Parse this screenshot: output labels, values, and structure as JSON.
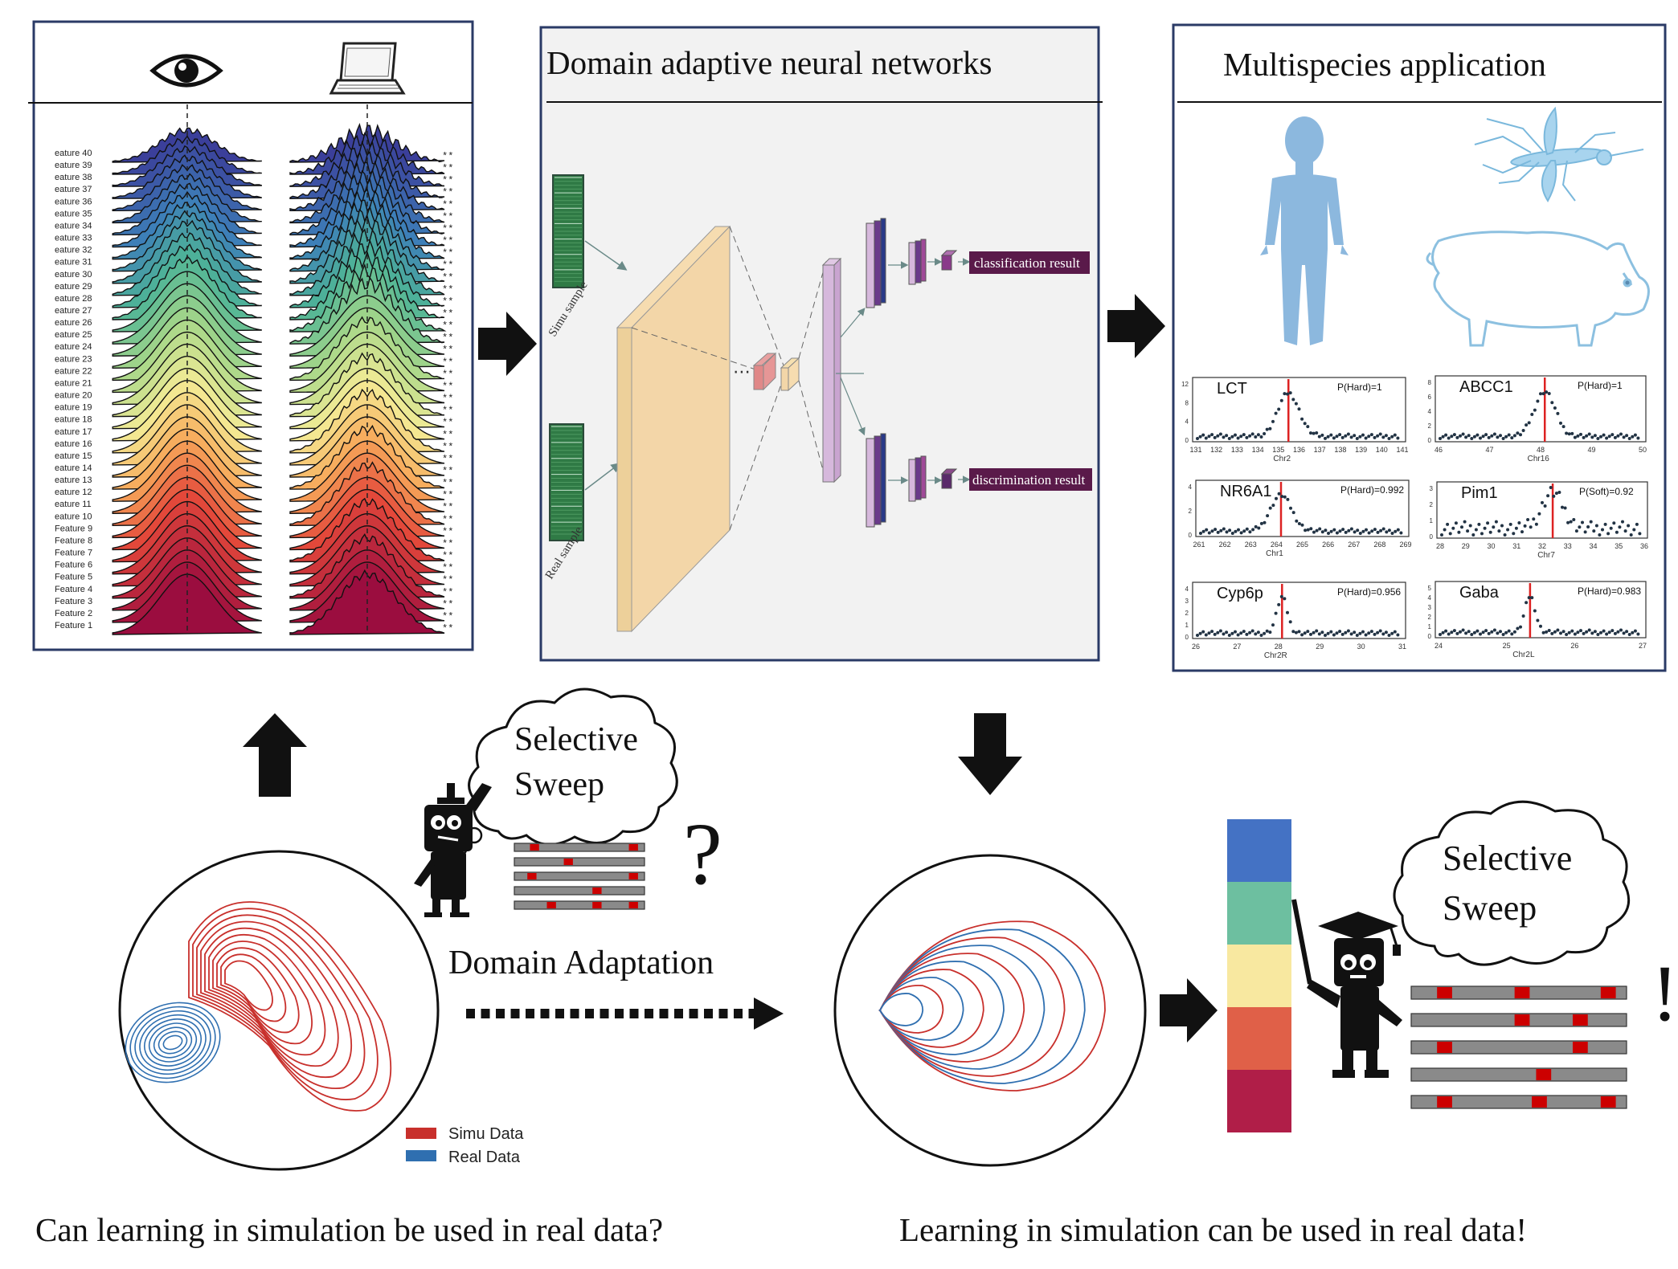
{
  "panels": {
    "features": {
      "eye_icon": "eye-icon",
      "laptop_icon": "laptop-icon",
      "feature_labels": [
        "eature 40",
        "eature 39",
        "eature 38",
        "eature 37",
        "eature 36",
        "eature 35",
        "eature 34",
        "eature 33",
        "eature 32",
        "eature 31",
        "eature 30",
        "eature 29",
        "eature 28",
        "eature 27",
        "eature 26",
        "eature 25",
        "eature 24",
        "eature 23",
        "eature 22",
        "eature 21",
        "eature 20",
        "eature 19",
        "eature 18",
        "eature 17",
        "eature 16",
        "eature 15",
        "eature 14",
        "eature 13",
        "eature 12",
        "eature 11",
        "eature 10",
        "Feature 9",
        "Feature 8",
        "Feature 7",
        "Feature 6",
        "Feature 5",
        "Feature 4",
        "Feature 3",
        "Feature 2",
        "Feature 1"
      ],
      "significance_mark": "**"
    },
    "network": {
      "title": "Domain adaptive neural networks",
      "simu_label": "Simu sample",
      "real_label": "Real sample",
      "classification_label": "classification result",
      "discrimination_label": "discrimination result"
    },
    "species": {
      "title": "Multispecies application",
      "plots": [
        {
          "gene": "LCT",
          "prob": "P(Hard)=1",
          "chrom": "Chr2",
          "ticks": [
            "131",
            "132",
            "133",
            "134",
            "135",
            "136",
            "137",
            "138",
            "139",
            "140",
            "141"
          ],
          "yticks": [
            "0",
            "4",
            "8",
            "12"
          ]
        },
        {
          "gene": "ABCC1",
          "prob": "P(Hard)=1",
          "chrom": "Chr16",
          "ticks": [
            "46",
            "47",
            "48",
            "49",
            "50"
          ],
          "yticks": [
            "0",
            "2",
            "4",
            "6",
            "8"
          ]
        },
        {
          "gene": "NR6A1",
          "prob": "P(Hard)=0.992",
          "chrom": "Chr1",
          "ticks": [
            "261",
            "262",
            "263",
            "264",
            "265",
            "266",
            "267",
            "268",
            "269"
          ],
          "yticks": [
            "0",
            "2",
            "4"
          ]
        },
        {
          "gene": "Pim1",
          "prob": "P(Soft)=0.92",
          "chrom": "Chr7",
          "ticks": [
            "28",
            "29",
            "30",
            "31",
            "32",
            "33",
            "34",
            "35",
            "36"
          ],
          "yticks": [
            "0",
            "1",
            "2",
            "3"
          ]
        },
        {
          "gene": "Cyp6p",
          "prob": "P(Hard)=0.956",
          "chrom": "Chr2R",
          "ticks": [
            "26",
            "27",
            "28",
            "29",
            "30",
            "31"
          ],
          "yticks": [
            "0",
            "1",
            "2",
            "3",
            "4"
          ]
        },
        {
          "gene": "Gaba",
          "prob": "P(Hard)=0.983",
          "chrom": "Chr2L",
          "ticks": [
            "24",
            "25",
            "26",
            "27"
          ],
          "yticks": [
            "0",
            "1",
            "2",
            "3",
            "4",
            "5"
          ]
        }
      ]
    }
  },
  "bottom": {
    "left_cloud": [
      "Selective",
      "Sweep"
    ],
    "question_mark": "?",
    "domain_adaptation": "Domain Adaptation",
    "legend": [
      {
        "label": "Simu Data",
        "color": "#c8302c"
      },
      {
        "label": "Real Data",
        "color": "#2f6fb0"
      }
    ],
    "right_cloud": [
      "Selective",
      "Sweep"
    ],
    "exclamation": "!",
    "left_caption": "Can learning in simulation be used in real data?",
    "right_caption": "Learning in simulation can be used in real data!",
    "color_bar": [
      "#4472c4",
      "#6dbfa0",
      "#f8e8a0",
      "#e06048",
      "#b01e48"
    ]
  }
}
